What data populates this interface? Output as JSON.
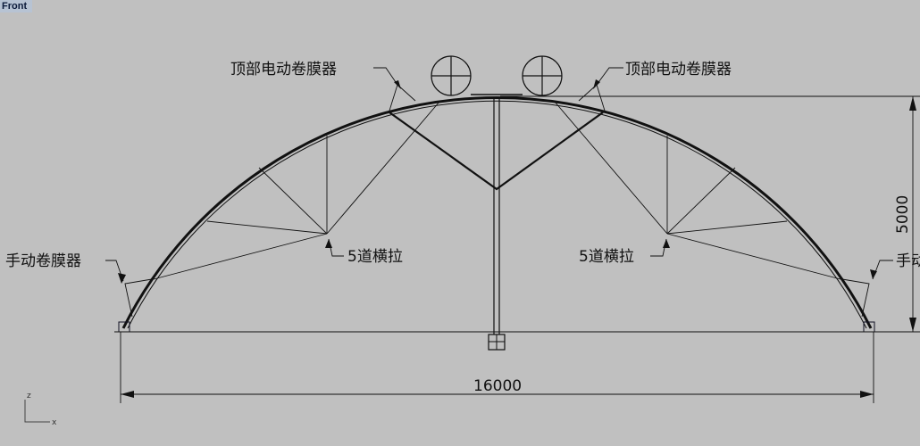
{
  "viewport": {
    "title": "Front",
    "background": "#c0c0c0"
  },
  "labels": {
    "top_motor_left": "顶部电动卷膜器",
    "top_motor_right": "顶部电动卷膜器",
    "tie_left": "5道横拉",
    "tie_right": "5道横拉",
    "manual_left": "手动卷膜器",
    "manual_right": "手动卷膜器"
  },
  "dimensions": {
    "span": "16000",
    "height": "5000"
  },
  "axis_icon": {
    "z": "z",
    "x": "x"
  }
}
